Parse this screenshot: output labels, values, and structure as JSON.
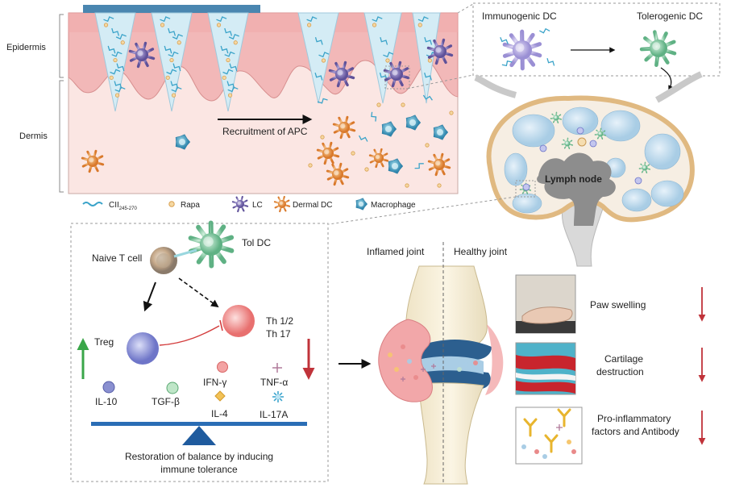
{
  "skin": {
    "epidermis_label": "Epidermis",
    "dermis_label": "Dermis",
    "recruitment_label": "Recruitment of APC"
  },
  "legend": {
    "items": [
      {
        "key": "peptide",
        "label": "CII",
        "sub": "245-270"
      },
      {
        "key": "rapa",
        "label": "Rapa"
      },
      {
        "key": "lc",
        "label": "LC"
      },
      {
        "key": "dermal-dc",
        "label": "Dermal DC"
      },
      {
        "key": "macrophage",
        "label": "Macrophage"
      }
    ]
  },
  "dc_box": {
    "immunogenic_label": "Immunogenic DC",
    "tolerogenic_label": "Tolerogenic DC"
  },
  "lymph": {
    "label": "Lymph node"
  },
  "balance": {
    "naive_label": "Naive T cell",
    "tol_dc_label": "Tol DC",
    "treg_label": "Treg",
    "th12_label": "Th 1/2",
    "th17_label": "Th 17",
    "cytokines": {
      "il10": "IL-10",
      "tgfb": "TGF-β",
      "ifng": "IFN-γ",
      "tnfa": "TNF-α",
      "il4": "IL-4",
      "il17a": "IL-17A"
    },
    "caption_line1": "Restoration of balance by inducing",
    "caption_line2": "immune tolerance"
  },
  "joint": {
    "inflamed_label": "Inflamed joint",
    "healthy_label": "Healthy joint"
  },
  "outcomes": [
    {
      "key": "paw",
      "label_lines": [
        "Paw swelling"
      ]
    },
    {
      "key": "cartilage",
      "label_lines": [
        "Cartilage",
        "destruction"
      ]
    },
    {
      "key": "factors",
      "label_lines": [
        "Pro-inflammatory",
        "factors and Antibody"
      ]
    }
  ],
  "colors": {
    "epidermis": "#f2b8b8",
    "dermis": "#fbe6e3",
    "needle": "#d4ecf5",
    "lc": "#7d6fb5",
    "dermal_dc": "#e8913a",
    "macrophage": "#3f9fc4",
    "tol_dc": "#7fc7a0",
    "treg": "#8b91d6",
    "th": "#f08a8a",
    "balance_beam": "#2a6db5",
    "up_arrow": "#3aa649",
    "down_arrow": "#c0333a"
  }
}
